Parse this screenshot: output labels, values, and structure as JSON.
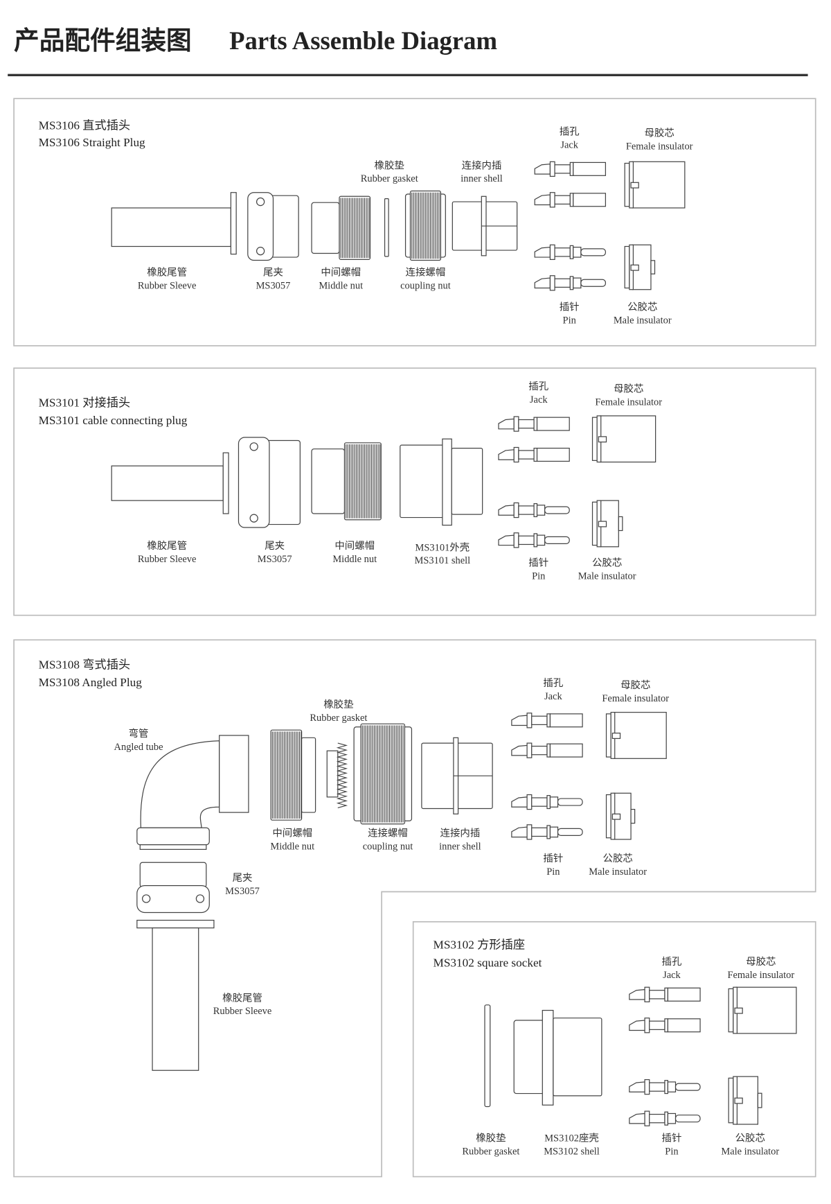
{
  "title": {
    "cn": "产品配件组装图",
    "en": "Parts  Assemble Diagram"
  },
  "ms3106": {
    "heading_cn": "MS3106 直式插头",
    "heading_en": "MS3106 Straight Plug",
    "rubber_sleeve": {
      "cn": "橡胶尾管",
      "en": "Rubber Sleeve"
    },
    "clamp": {
      "cn": "尾夹",
      "en": "MS3057"
    },
    "middle_nut": {
      "cn": "中间螺帽",
      "en": "Middle nut"
    },
    "rubber_gasket": {
      "cn": "橡胶垫",
      "en": "Rubber gasket"
    },
    "coupling_nut": {
      "cn": "连接螺帽",
      "en": "coupling nut"
    },
    "inner_shell": {
      "cn": "连接内插",
      "en": "inner shell"
    },
    "jack": {
      "cn": "插孔",
      "en": "Jack"
    },
    "female_insulator": {
      "cn": "母胶芯",
      "en": "Female insulator"
    },
    "pin": {
      "cn": "插针",
      "en": "Pin"
    },
    "male_insulator": {
      "cn": "公胶芯",
      "en": "Male insulator"
    }
  },
  "ms3101": {
    "heading_cn": "MS3101 对接插头",
    "heading_en": "MS3101  cable connecting plug",
    "rubber_sleeve": {
      "cn": "橡胶尾管",
      "en": "Rubber Sleeve"
    },
    "clamp": {
      "cn": "尾夹",
      "en": "MS3057"
    },
    "middle_nut": {
      "cn": "中间螺帽",
      "en": "Middle nut"
    },
    "shell": {
      "cn": "MS3101外壳",
      "en": "MS3101 shell"
    },
    "jack": {
      "cn": "插孔",
      "en": "Jack"
    },
    "female_insulator": {
      "cn": "母胶芯",
      "en": "Female insulator"
    },
    "pin": {
      "cn": "插针",
      "en": "Pin"
    },
    "male_insulator": {
      "cn": "公胶芯",
      "en": "Male insulator"
    }
  },
  "ms3108": {
    "heading_cn": "MS3108 弯式插头",
    "heading_en": "MS3108 Angled Plug",
    "angled_tube": {
      "cn": "弯管",
      "en": "Angled tube"
    },
    "clamp": {
      "cn": "尾夹",
      "en": "MS3057"
    },
    "rubber_sleeve": {
      "cn": "橡胶尾管",
      "en": "Rubber Sleeve"
    },
    "middle_nut": {
      "cn": "中间螺帽",
      "en": "Middle nut"
    },
    "rubber_gasket": {
      "cn": "橡胶垫",
      "en": "Rubber gasket"
    },
    "coupling_nut": {
      "cn": "连接螺帽",
      "en": "coupling nut"
    },
    "inner_shell": {
      "cn": "连接内插",
      "en": "inner shell"
    },
    "jack": {
      "cn": "插孔",
      "en": "Jack"
    },
    "female_insulator": {
      "cn": "母胶芯",
      "en": "Female insulator"
    },
    "pin": {
      "cn": "插针",
      "en": "Pin"
    },
    "male_insulator": {
      "cn": "公胶芯",
      "en": "Male insulator"
    }
  },
  "ms3102": {
    "heading_cn": "MS3102 方形插座",
    "heading_en": "MS3102 square socket",
    "rubber_gasket": {
      "cn": "橡胶垫",
      "en": "Rubber gasket"
    },
    "shell": {
      "cn": "MS3102座壳",
      "en": "MS3102 shell"
    },
    "jack": {
      "cn": "插孔",
      "en": "Jack"
    },
    "female_insulator": {
      "cn": "母胶芯",
      "en": "Female insulator"
    },
    "pin": {
      "cn": "插针",
      "en": "Pin"
    },
    "male_insulator": {
      "cn": "公胶芯",
      "en": "Male insulator"
    }
  },
  "colors": {
    "line": "#444444",
    "frame": "#bbbbbb",
    "rule": "#333333"
  }
}
